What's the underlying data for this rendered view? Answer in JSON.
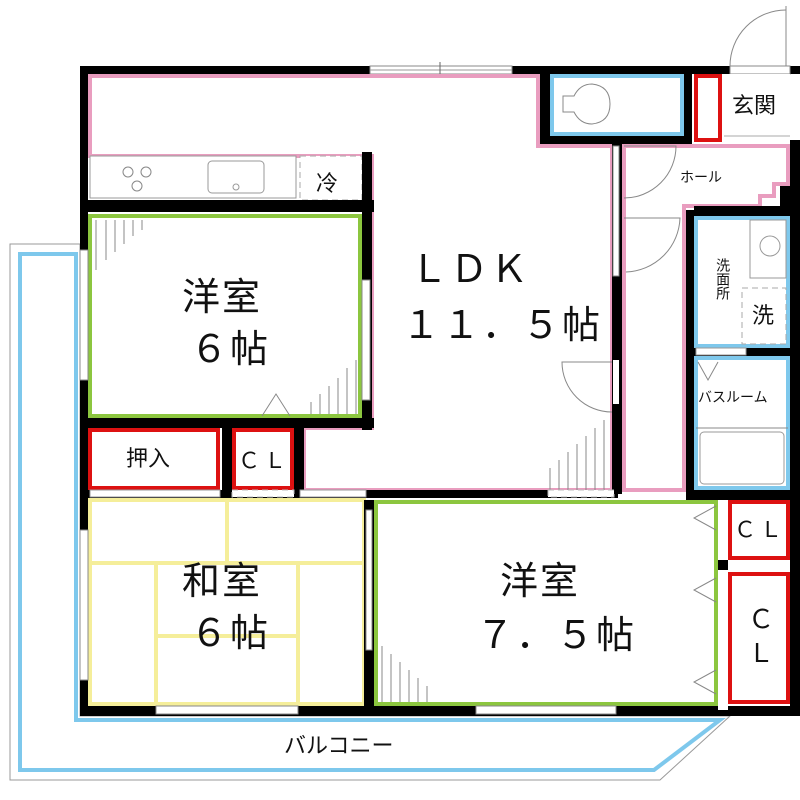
{
  "floorplan": {
    "layout": "3LDK",
    "colors": {
      "wall": "#000000",
      "ldk_outline": "#e99dbf",
      "western_room_outline": "#8cc63f",
      "japanese_room_outline": "#f5ee9a",
      "closet_outline": "#dd1111",
      "wet_area_outline": "#7ec8ec",
      "balcony_outline": "#7ec8ec",
      "fixture_line": "#888888"
    },
    "rooms": {
      "ldk": {
        "name": "ＬＤＫ",
        "size": "１１．５帖"
      },
      "western_6": {
        "name": "洋室",
        "size": "６帖"
      },
      "western_7_5": {
        "name": "洋室",
        "size": "７．５帖"
      },
      "japanese_6": {
        "name": "和室",
        "size": "６帖"
      },
      "oshiire": {
        "name": "押入"
      },
      "closet_a": {
        "name": "ＣＬ"
      },
      "closet_b": {
        "name": "ＣＬ"
      },
      "closet_c": {
        "name_line1": "Ｃ",
        "name_line2": "Ｌ"
      },
      "entrance": {
        "name": "玄関"
      },
      "hall": {
        "name": "ホール"
      },
      "washroom": {
        "name": "洗面所"
      },
      "washer": {
        "name": "洗"
      },
      "bathroom": {
        "name": "バスルーム"
      },
      "fridge": {
        "name": "冷"
      },
      "balcony": {
        "name": "バルコニー"
      }
    }
  }
}
